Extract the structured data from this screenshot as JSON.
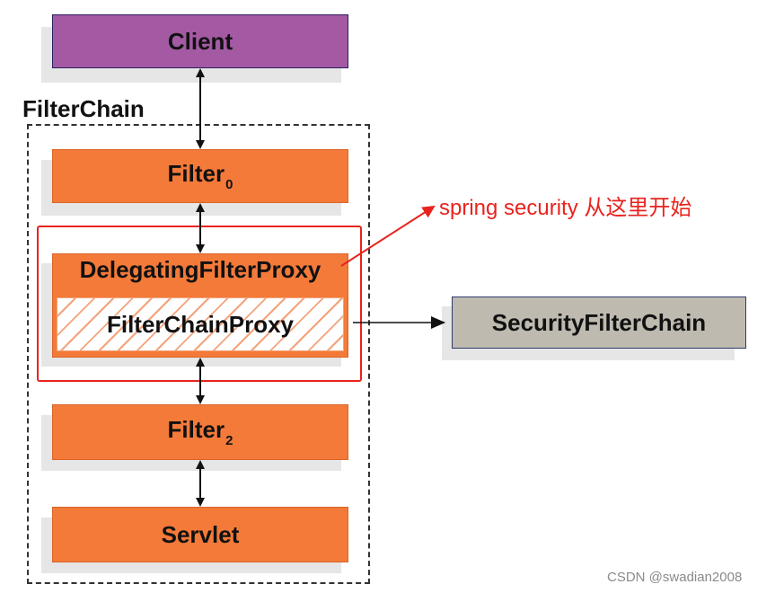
{
  "nodes": {
    "client": "Client",
    "filterchain_label": "FilterChain",
    "filter0": {
      "text": "Filter",
      "sub": "0"
    },
    "delegating": "DelegatingFilterProxy",
    "filterchainproxy": "FilterChainProxy",
    "filter2": {
      "text": "Filter",
      "sub": "2"
    },
    "servlet": "Servlet",
    "security_filter_chain": "SecurityFilterChain"
  },
  "annotation": "spring security 从这里开始",
  "watermark": "CSDN @swadian2008",
  "colors": {
    "client": "#a35aa3",
    "filter": "#f47a3a",
    "security_filter_chain": "#bfbab0",
    "highlight": "#e8231e"
  }
}
